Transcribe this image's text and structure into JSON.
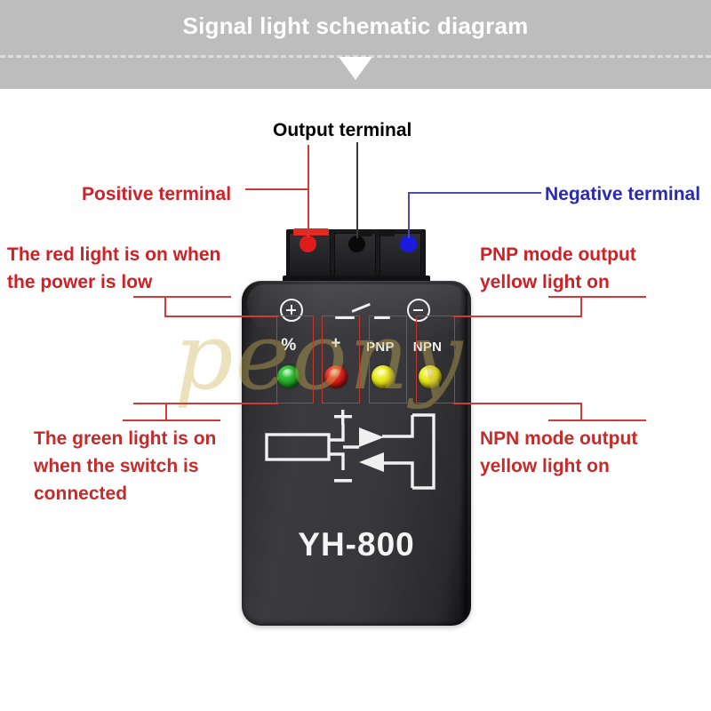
{
  "banner": {
    "title": "Signal light schematic diagram",
    "caret_icon": "chevron-down-icon",
    "bg_color": "#bdbdbd",
    "title_color": "#ffffff"
  },
  "callouts": {
    "output_terminal": {
      "text": "Output terminal",
      "color": "#000000"
    },
    "positive_terminal": {
      "text": "Positive terminal",
      "color": "#d12027"
    },
    "negative_terminal": {
      "text": "Negative terminal",
      "color": "#2a2ab0"
    },
    "red_light": {
      "text": "The red light is on when\nthe power is low",
      "color": "#cf2026"
    },
    "pnp_mode": {
      "text": "PNP mode output\nyellow light on",
      "color": "#cf2026"
    },
    "green_light": {
      "text": "The green light is on\nwhen the switch is\nconnected",
      "color": "#c72a2a"
    },
    "npn_mode": {
      "text": "NPN mode output\nyellow light on",
      "color": "#c72a2a"
    }
  },
  "device": {
    "model_name": "YH-800",
    "watermark": "peony",
    "body_color": "#37373b",
    "terminals": [
      {
        "name": "positive",
        "dot_color": "#e01b1b"
      },
      {
        "name": "output",
        "dot_color": "#0a0a0a"
      },
      {
        "name": "negative",
        "dot_color": "#1a1ae0"
      }
    ],
    "symbols": [
      {
        "name": "plus-circle-icon",
        "label": "+"
      },
      {
        "name": "switch-icon",
        "label": "switch"
      },
      {
        "name": "minus-circle-icon",
        "label": "-"
      }
    ],
    "leds": [
      {
        "label": "%",
        "color": "#1f9e27",
        "name": "led-percent-green"
      },
      {
        "label": "+",
        "color": "#d81f1f",
        "name": "led-plus-red"
      },
      {
        "label": "PNP",
        "color": "#e2e211",
        "name": "led-pnp-yellow"
      },
      {
        "label": "NPN",
        "color": "#e2e211",
        "name": "led-npn-yellow"
      }
    ],
    "schematic": {
      "plus_label": "+",
      "minus_label": "–",
      "description": "source block with two opposed diodes"
    }
  },
  "leader_colors": {
    "red": "#d23a3a",
    "black": "#3a3a3a",
    "blue": "#4a4ab5"
  }
}
